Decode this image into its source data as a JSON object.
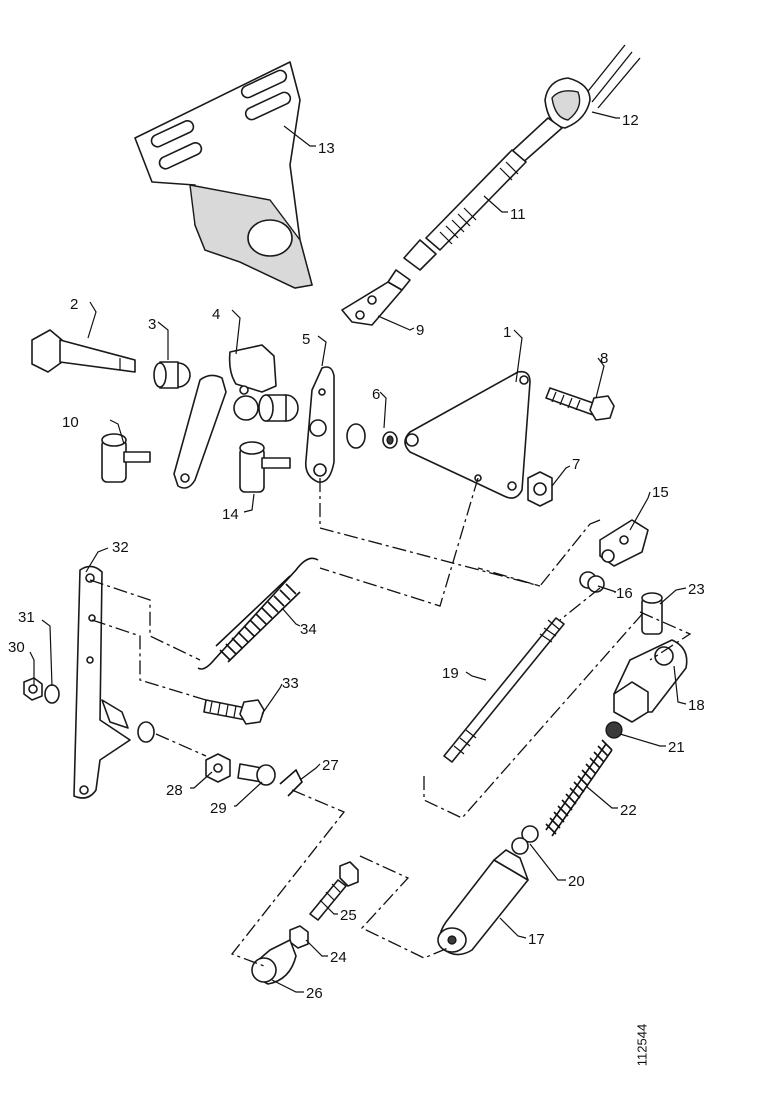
{
  "document_ref": "112544",
  "callouts": [
    "1",
    "2",
    "3",
    "4",
    "5",
    "6",
    "7",
    "8",
    "9",
    "10",
    "11",
    "12",
    "13",
    "14",
    "15",
    "16",
    "17",
    "18",
    "19",
    "20",
    "21",
    "22",
    "23",
    "24",
    "25",
    "26",
    "27",
    "28",
    "29",
    "30",
    "31",
    "32",
    "33",
    "34"
  ]
}
